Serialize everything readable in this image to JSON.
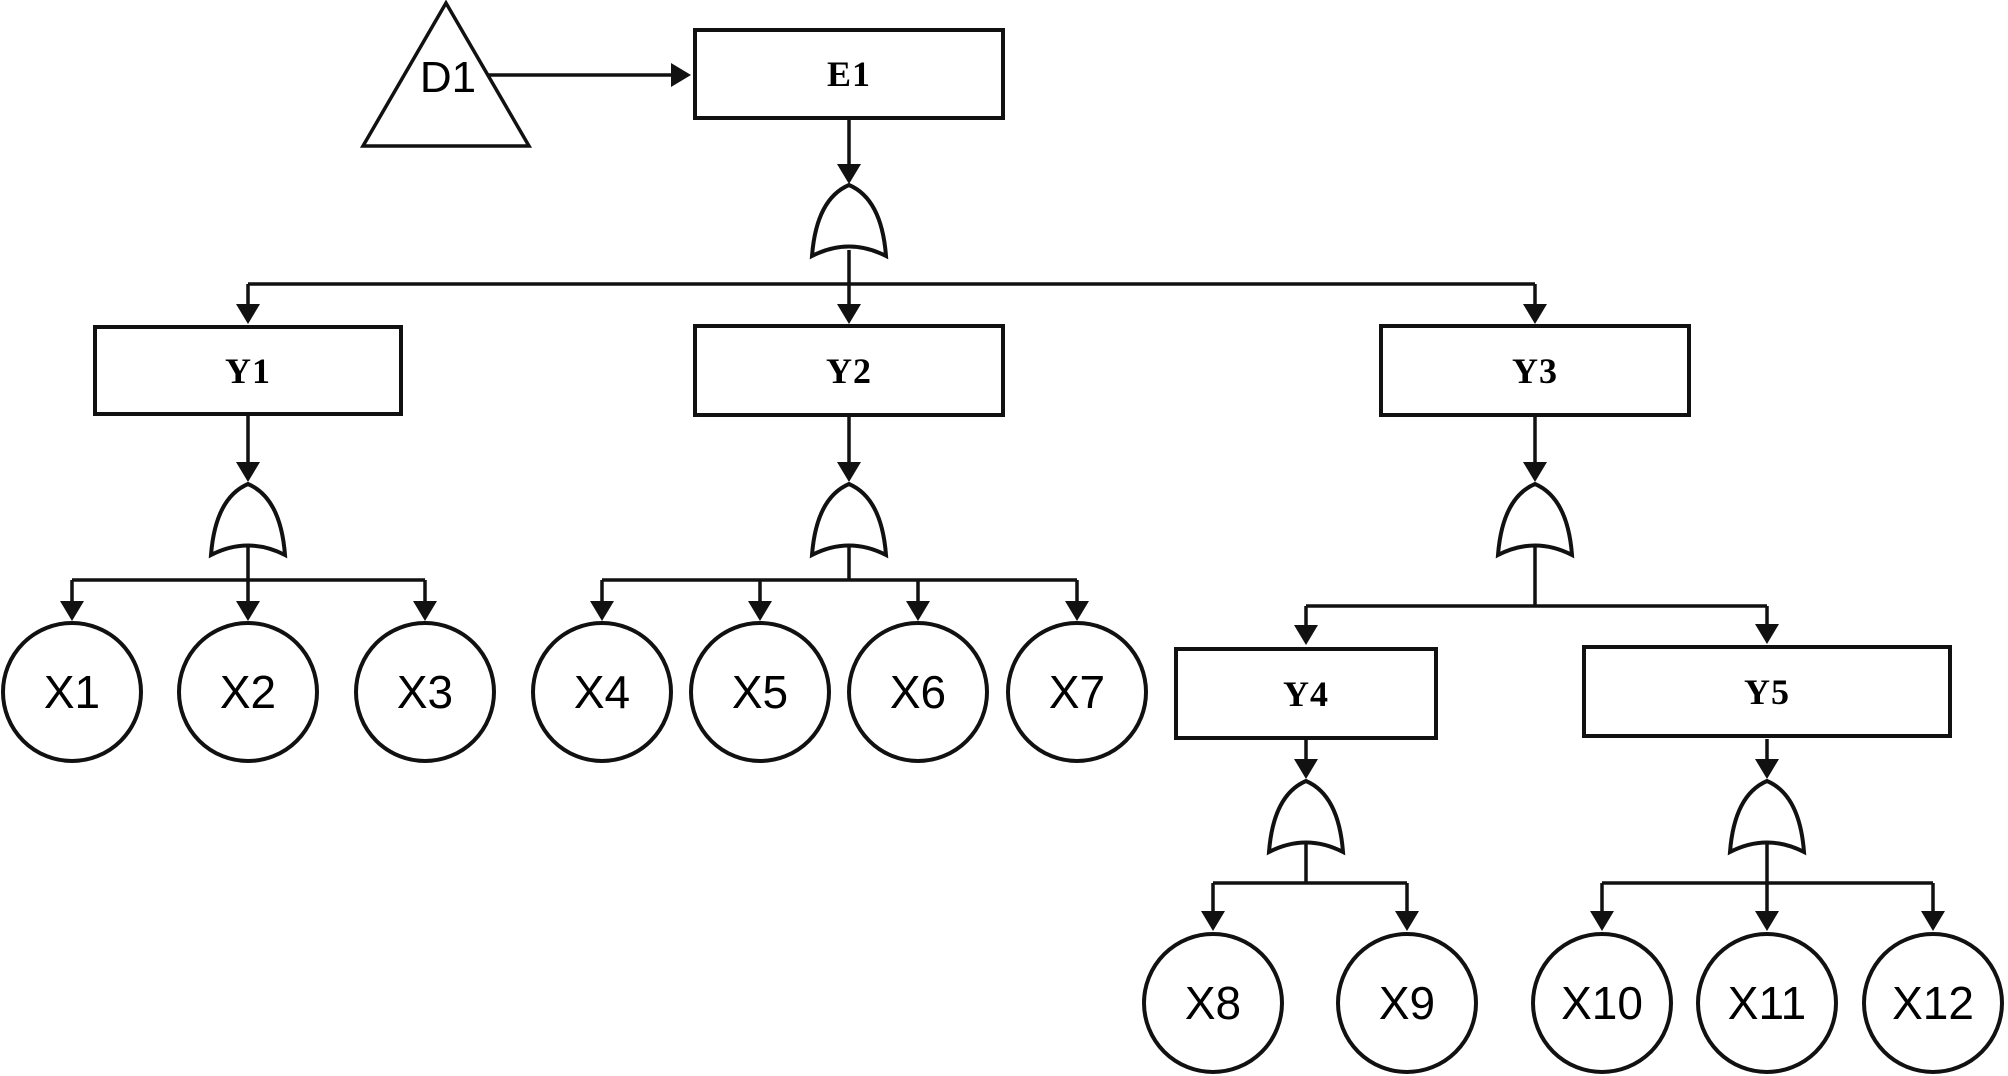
{
  "diagram": {
    "kind": "fault-tree",
    "all_gates_type": "OR"
  },
  "events": {
    "D1": {
      "label": "D1",
      "shape": "triangle",
      "role": "transfer-in"
    },
    "E1": {
      "label": "E1",
      "shape": "rectangle",
      "role": "top-event"
    },
    "Y1": {
      "label": "Y1",
      "shape": "rectangle",
      "role": "intermediate-event"
    },
    "Y2": {
      "label": "Y2",
      "shape": "rectangle",
      "role": "intermediate-event"
    },
    "Y3": {
      "label": "Y3",
      "shape": "rectangle",
      "role": "intermediate-event"
    },
    "Y4": {
      "label": "Y4",
      "shape": "rectangle",
      "role": "intermediate-event"
    },
    "Y5": {
      "label": "Y5",
      "shape": "rectangle",
      "role": "intermediate-event"
    },
    "X1": {
      "label": "X1",
      "shape": "circle",
      "role": "basic-event"
    },
    "X2": {
      "label": "X2",
      "shape": "circle",
      "role": "basic-event"
    },
    "X3": {
      "label": "X3",
      "shape": "circle",
      "role": "basic-event"
    },
    "X4": {
      "label": "X4",
      "shape": "circle",
      "role": "basic-event"
    },
    "X5": {
      "label": "X5",
      "shape": "circle",
      "role": "basic-event"
    },
    "X6": {
      "label": "X6",
      "shape": "circle",
      "role": "basic-event"
    },
    "X7": {
      "label": "X7",
      "shape": "circle",
      "role": "basic-event"
    },
    "X8": {
      "label": "X8",
      "shape": "circle",
      "role": "basic-event"
    },
    "X9": {
      "label": "X9",
      "shape": "circle",
      "role": "basic-event"
    },
    "X10": {
      "label": "X10",
      "shape": "circle",
      "role": "basic-event"
    },
    "X11": {
      "label": "X11",
      "shape": "circle",
      "role": "basic-event"
    },
    "X12": {
      "label": "X12",
      "shape": "circle",
      "role": "basic-event"
    }
  },
  "structure": {
    "transfer": {
      "from": "D1",
      "to": "E1"
    },
    "E1": {
      "gate": "OR",
      "children": [
        "Y1",
        "Y2",
        "Y3"
      ]
    },
    "Y1": {
      "gate": "OR",
      "children": [
        "X1",
        "X2",
        "X3"
      ]
    },
    "Y2": {
      "gate": "OR",
      "children": [
        "X4",
        "X5",
        "X6",
        "X7"
      ]
    },
    "Y3": {
      "gate": "OR",
      "children": [
        "Y4",
        "Y5"
      ]
    },
    "Y4": {
      "gate": "OR",
      "children": [
        "X8",
        "X9"
      ]
    },
    "Y5": {
      "gate": "OR",
      "children": [
        "X10",
        "X11",
        "X12"
      ]
    }
  },
  "colors": {
    "line": "#111111",
    "background": "#ffffff",
    "text": "#000000"
  }
}
